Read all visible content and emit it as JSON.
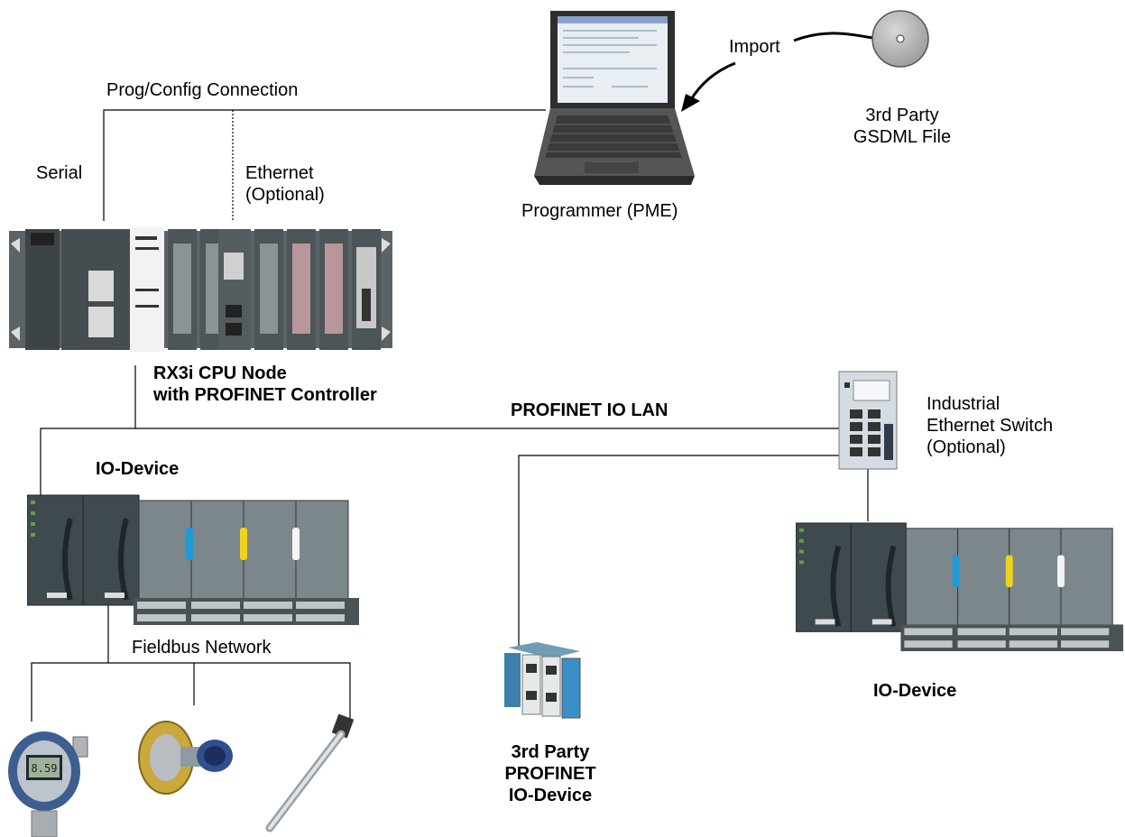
{
  "labels": {
    "import": "Import",
    "gsdml_line1": "3rd Party",
    "gsdml_line2": "GSDML File",
    "prog_config": "Prog/Config Connection",
    "serial": "Serial",
    "ethernet_line1": "Ethernet",
    "ethernet_line2": "(Optional)",
    "programmer": "Programmer (PME)",
    "cpu_line1": "RX3i CPU Node",
    "cpu_line2": "with PROFINET Controller",
    "profinet_lan": "PROFINET IO LAN",
    "switch_line1": "Industrial",
    "switch_line2": "Ethernet Switch",
    "switch_line3": "(Optional)",
    "io_device_left": "IO-Device",
    "fieldbus": "Fieldbus Network",
    "third_party_line1": "3rd Party",
    "third_party_line2": "PROFINET",
    "third_party_line3": "IO-Device",
    "io_device_right": "IO-Device"
  },
  "colors": {
    "line": "#000000",
    "module_dark": "#3f4a4f",
    "module_light": "#8f9ca3",
    "accent_blue": "#1e9bd7",
    "accent_yellow": "#f0d21c",
    "accent_white": "#f4f4f4"
  },
  "icons": [
    "disk-icon",
    "laptop-icon",
    "plc-rack-icon",
    "switch-icon",
    "io-rack-icon",
    "transmitter-icon",
    "flow-sensor-icon",
    "probe-icon",
    "terminal-block-icon"
  ]
}
